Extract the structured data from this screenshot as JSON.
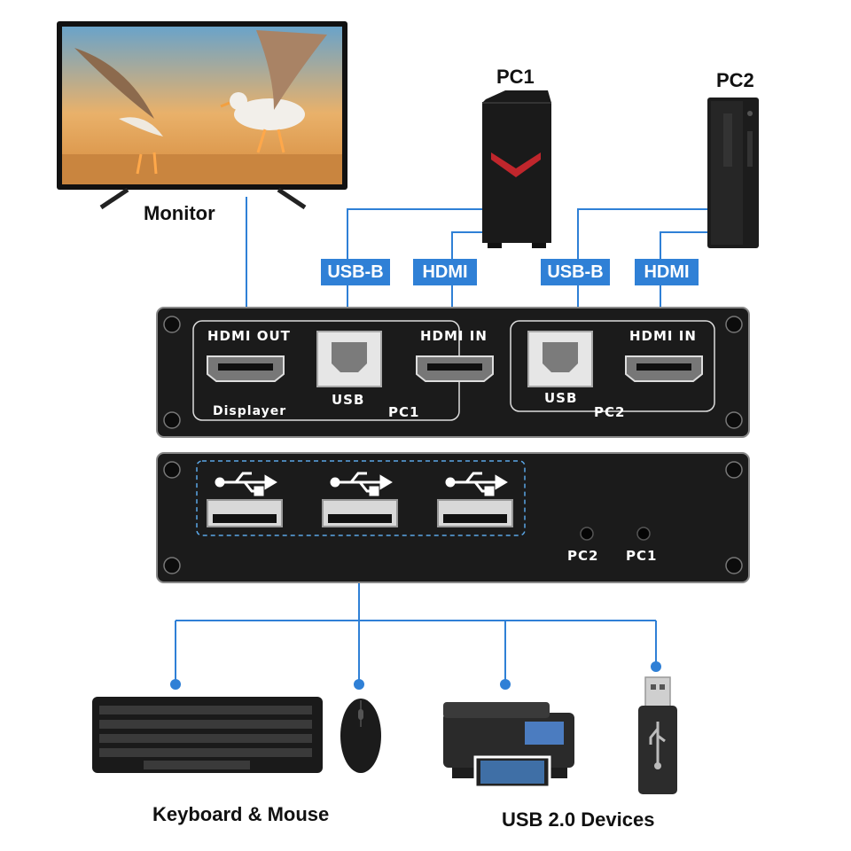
{
  "devices": {
    "monitor": "Monitor",
    "pc1": "PC1",
    "pc2": "PC2"
  },
  "cables": {
    "pc1_usb": "USB-B",
    "pc1_hdmi": "HDMI",
    "pc2_usb": "USB-B",
    "pc2_hdmi": "HDMI"
  },
  "back_panel": {
    "hdmi_out": "HDMI OUT",
    "displayer": "Displayer",
    "pc1_usb": "USB",
    "pc1_hdmi_in": "HDMI IN",
    "pc1_group": "PC1",
    "pc2_usb": "USB",
    "pc2_hdmi_in": "HDMI IN",
    "pc2_group": "PC2"
  },
  "front_panel": {
    "pc2_button": "PC2",
    "pc1_button": "PC1"
  },
  "peripherals": {
    "keyboard_mouse": "Keyboard & Mouse",
    "usb_devices": "USB 2.0 Devices"
  },
  "colors": {
    "accent": "#2f80d6",
    "panel": "#1b1b1b"
  }
}
